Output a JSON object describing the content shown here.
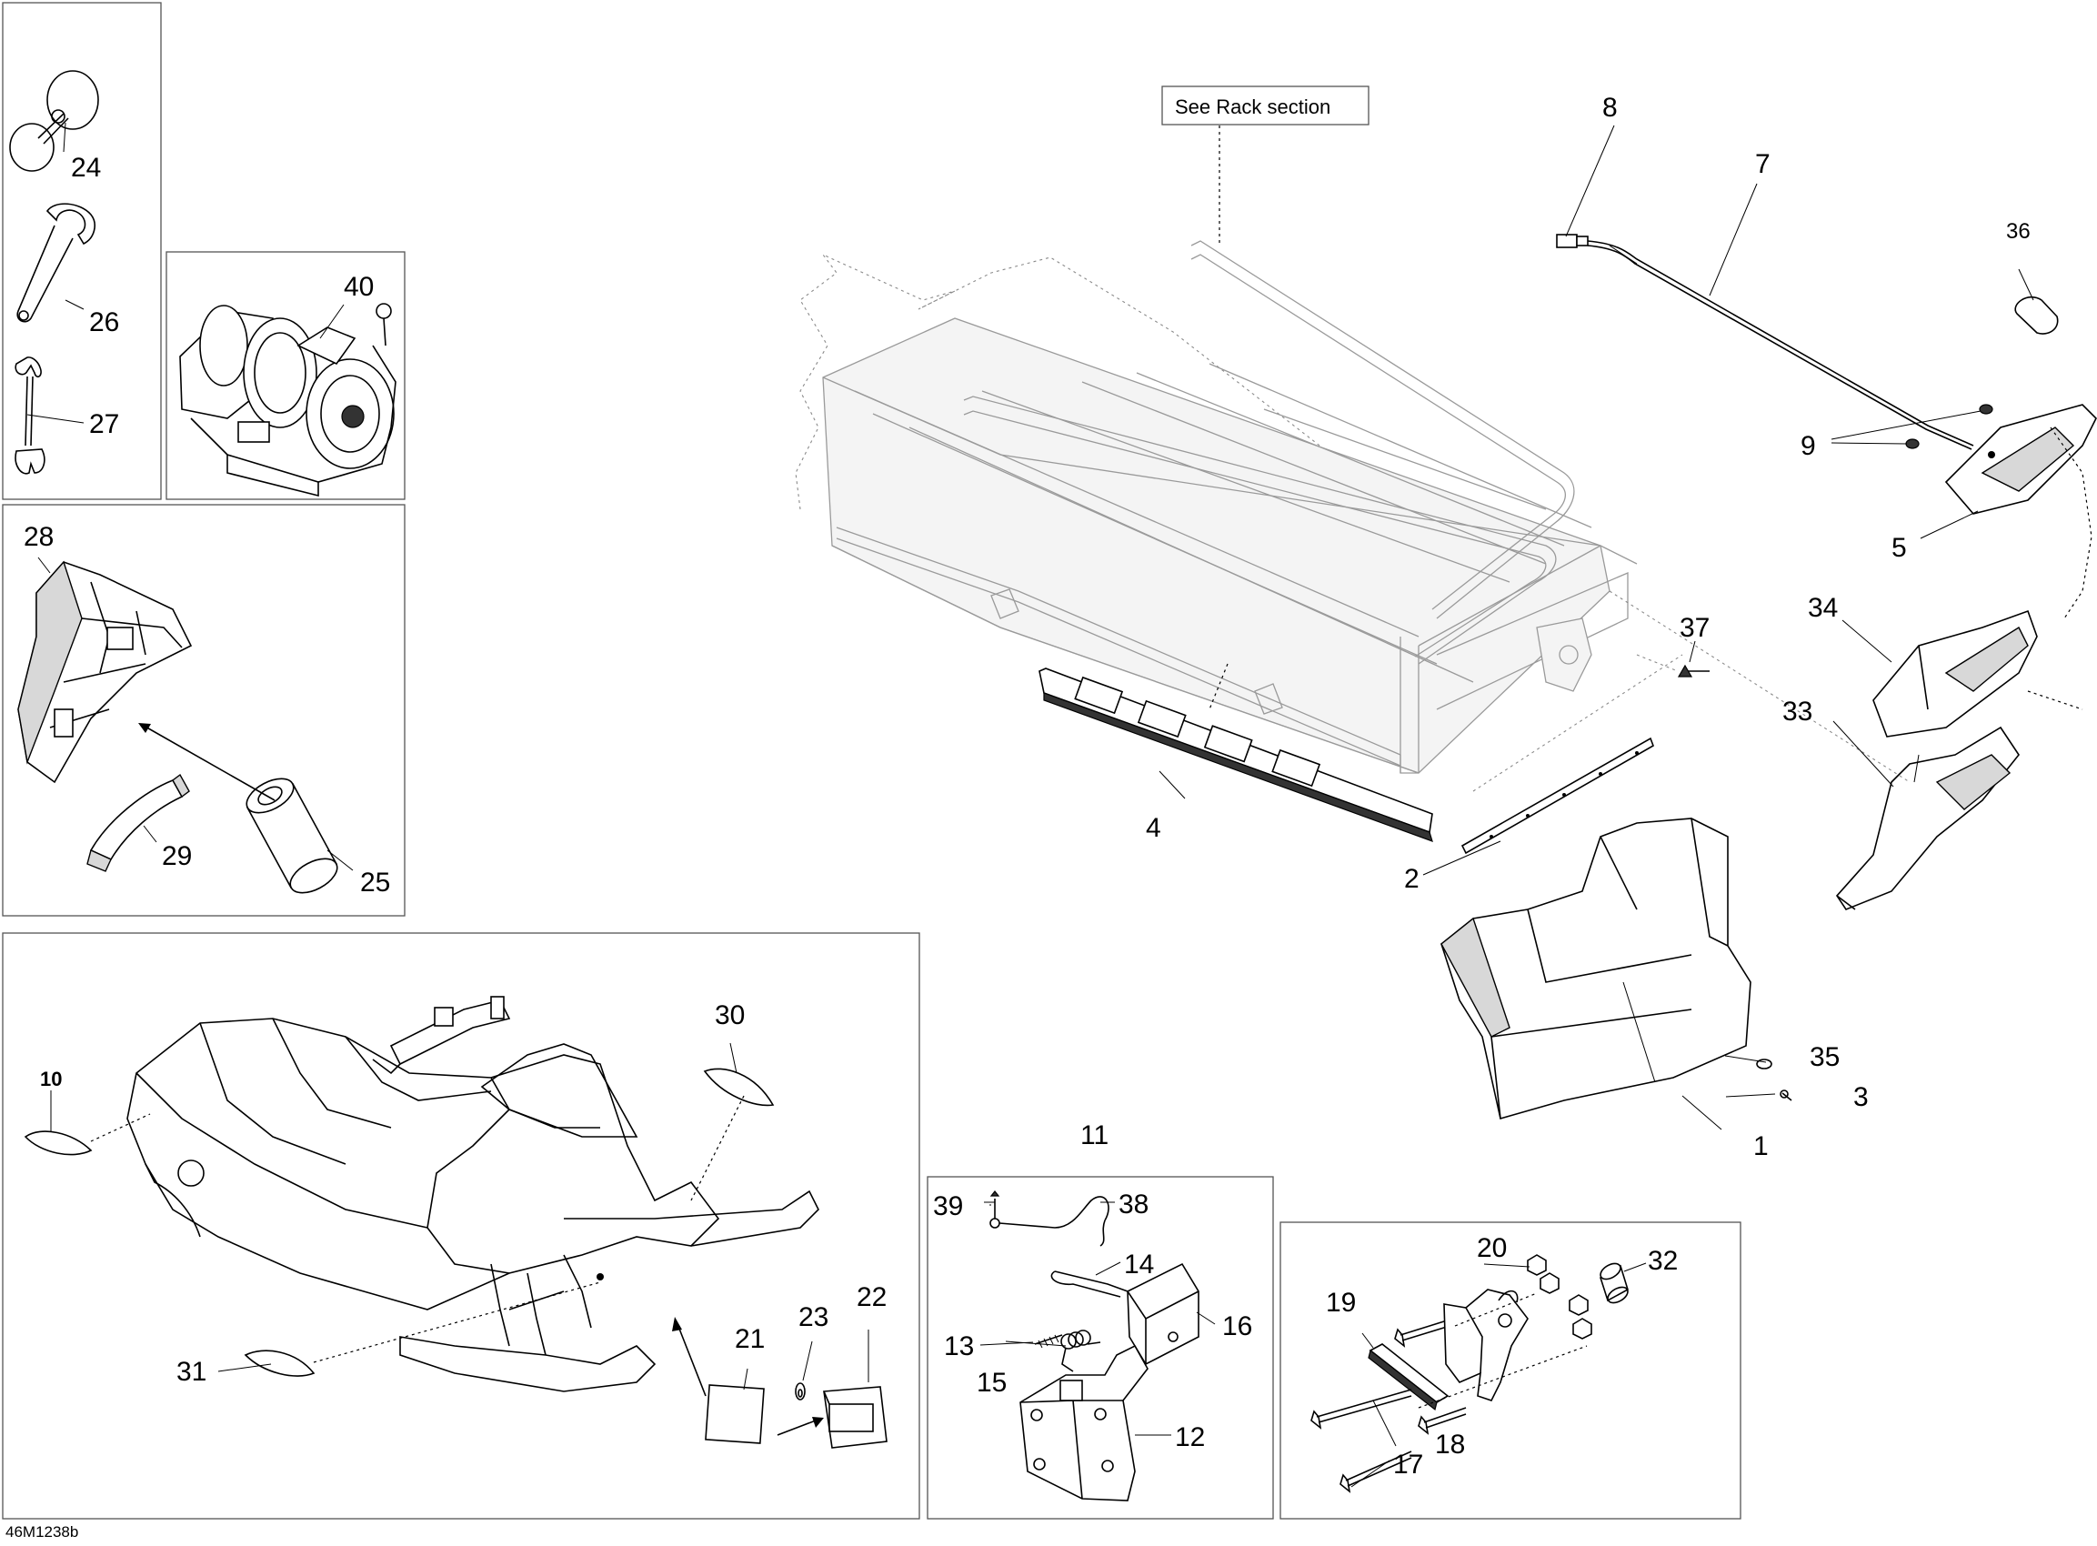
{
  "diagram": {
    "reference_code": "46M1238b",
    "note": "See Rack section",
    "callouts": {
      "c1": "1",
      "c2": "2",
      "c3": "3",
      "c4": "4",
      "c5": "5",
      "c7": "7",
      "c8": "8",
      "c9": "9",
      "c10": "10",
      "c11": "11",
      "c12": "12",
      "c13": "13",
      "c14": "14",
      "c15": "15",
      "c16": "16",
      "c17": "17",
      "c18": "18",
      "c19": "19",
      "c20": "20",
      "c21": "21",
      "c22": "22",
      "c23": "23",
      "c24": "24",
      "c25": "25",
      "c26": "26",
      "c27": "27",
      "c28": "28",
      "c29": "29",
      "c30": "30",
      "c31": "31",
      "c32": "32",
      "c33": "33",
      "c34": "34",
      "c35": "35",
      "c36": "36",
      "c37": "37",
      "c38": "38",
      "c39": "39",
      "c40": "40"
    }
  }
}
